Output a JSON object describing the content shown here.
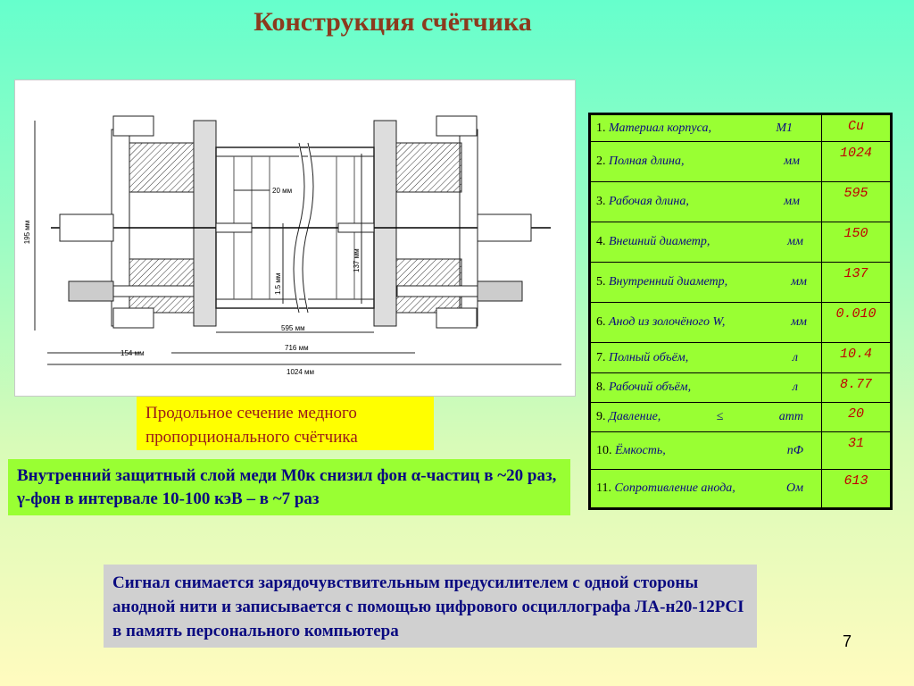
{
  "slide": {
    "title": "Конструкция счётчика",
    "page_number": "7"
  },
  "drawing": {
    "dim_195": "195 мм",
    "dim_20": "20 мм",
    "dim_137": "137 мм",
    "dim_1_5": "1.5 мм",
    "dim_595": "595 мм",
    "dim_154": "154 мм",
    "dim_716": "716 мм",
    "dim_1024": "1024 мм"
  },
  "caption": {
    "text": "Продольное сечение медного пропорционального счётчика"
  },
  "note": {
    "text": "Внутренний защитный слой меди М0к снизил фон α-частиц в ~20 раз, γ-фон в интервале 10-100 кэВ – в ~7 раз"
  },
  "signal": {
    "text": "Сигнал снимается зарядочувствительным предусилителем с одной стороны анодной нити и записывается с помощью цифрового осциллографа ЛА-н20-12PCI в память персонального компьютера"
  },
  "specs": [
    {
      "num": "1.",
      "name": "Материал корпуса,",
      "unit": "М1",
      "value": "Cu"
    },
    {
      "num": "2.",
      "name": "Полная длина,",
      "unit": "мм",
      "value": "1024"
    },
    {
      "num": "3.",
      "name": "Рабочая длина,",
      "unit": "мм",
      "value": "595"
    },
    {
      "num": "4.",
      "name": "Внешний диаметр,",
      "unit": "мм",
      "value": "150"
    },
    {
      "num": "5.",
      "name": "Внутренний диаметр,",
      "unit": "мм",
      "value": "137"
    },
    {
      "num": "6.",
      "name": "Анод из золочёного W,",
      "unit": "мм",
      "value": "0.010"
    },
    {
      "num": "7.",
      "name": "Полный  объём,",
      "unit": "л",
      "value": "10.4"
    },
    {
      "num": "8.",
      "name": "Рабочий объём,",
      "unit": "л",
      "value": "8.77"
    },
    {
      "num": "9.",
      "name": "Давление,",
      "sign": "≤",
      "unit": "атт",
      "value": "20"
    },
    {
      "num": "10.",
      "name": "Ёмкость,",
      "unit": "пФ",
      "value": "31"
    },
    {
      "num": "11.",
      "name": "Сопротивление анода,",
      "unit": "Ом",
      "value": "613"
    }
  ]
}
